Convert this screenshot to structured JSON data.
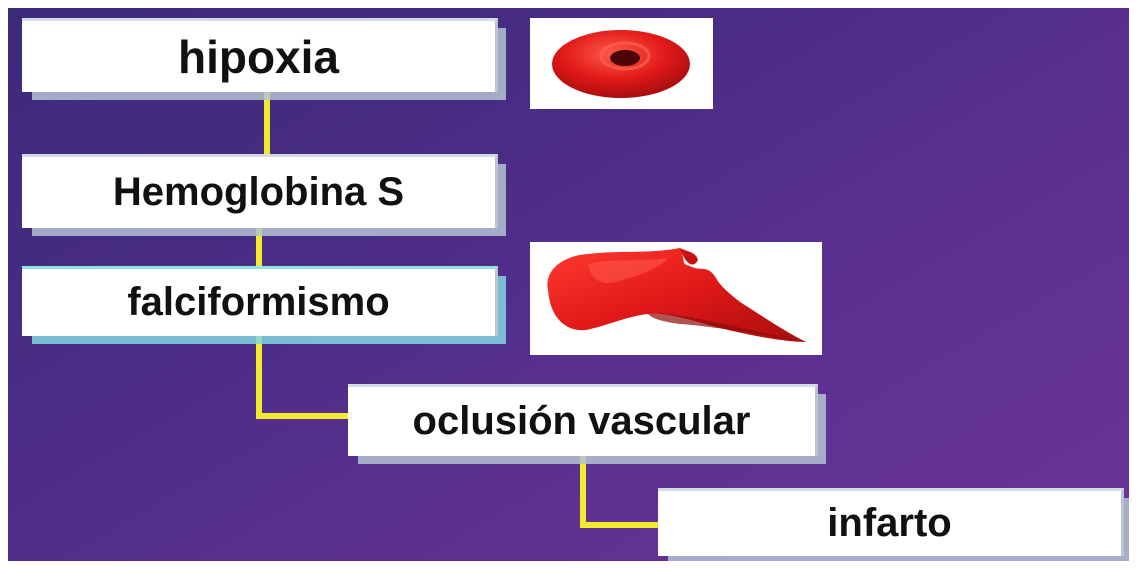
{
  "diagram": {
    "nodes": [
      {
        "id": "hipoxia",
        "label": "hipoxia"
      },
      {
        "id": "hemoglobina",
        "label": "Hemoglobina S"
      },
      {
        "id": "falciformismo",
        "label": "falciformismo"
      },
      {
        "id": "oclusion",
        "label": "oclusión vascular"
      },
      {
        "id": "infarto",
        "label": "infarto"
      }
    ],
    "edges": [
      {
        "from": "hipoxia",
        "to": "hemoglobina"
      },
      {
        "from": "hemoglobina",
        "to": "falciformismo"
      },
      {
        "from": "falciformismo",
        "to": "oclusion"
      },
      {
        "from": "oclusion",
        "to": "infarto"
      }
    ],
    "images": [
      {
        "id": "normal-red-blood-cell",
        "depicts": "red-blood-cell-disc"
      },
      {
        "id": "sickle-red-blood-cell",
        "depicts": "sickle-cell"
      }
    ]
  },
  "colors": {
    "background": "#4a2c84",
    "connector": "#f2ea2c",
    "cell_red": "#e01818"
  }
}
